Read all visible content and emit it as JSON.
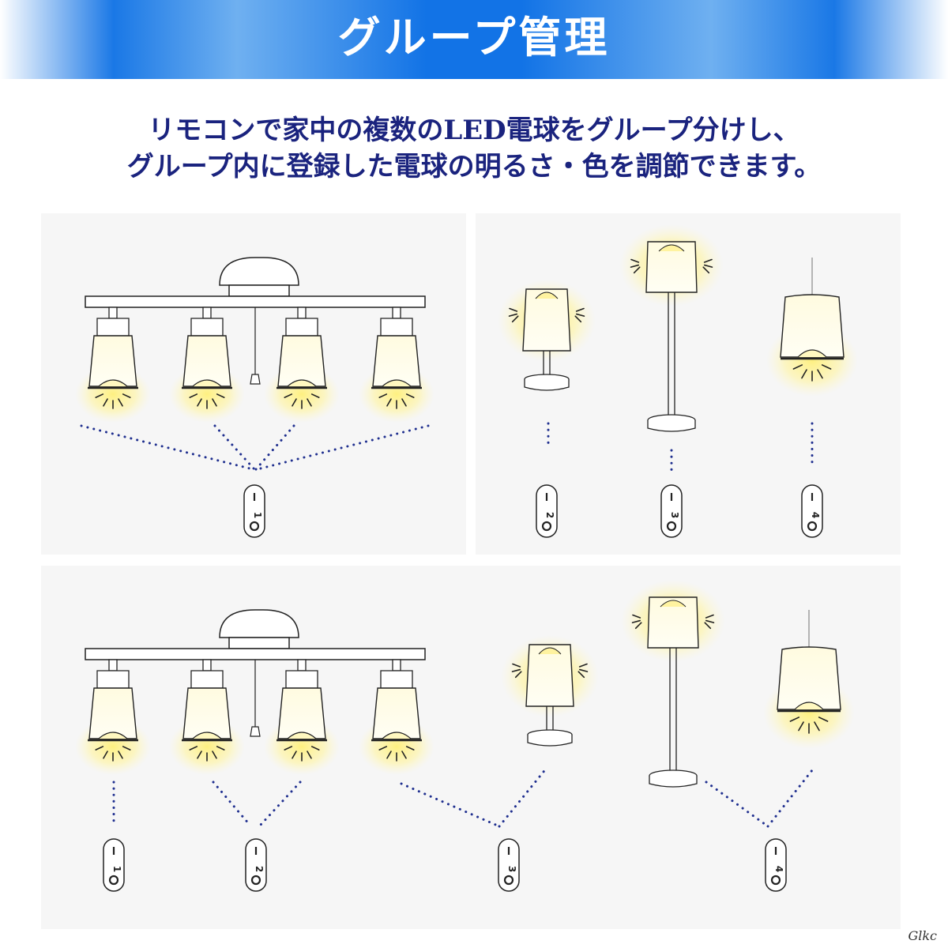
{
  "banner": {
    "title": "グループ管理"
  },
  "description": {
    "line1": "リモコンで家中の複数のLED電球をグループ分けし、",
    "line2": "グループ内に登録した電球の明るさ・色を調節できます。"
  },
  "colors": {
    "accent": "#1273e6",
    "text": "#1a237e",
    "dots": "#1f2f8f",
    "glow": "#fff3a6"
  },
  "switches": {
    "panel_a": [
      "1"
    ],
    "panel_b": [
      "2",
      "3",
      "4"
    ],
    "panel_c": [
      "1",
      "2",
      "3",
      "4"
    ]
  },
  "watermark": "Glkc"
}
